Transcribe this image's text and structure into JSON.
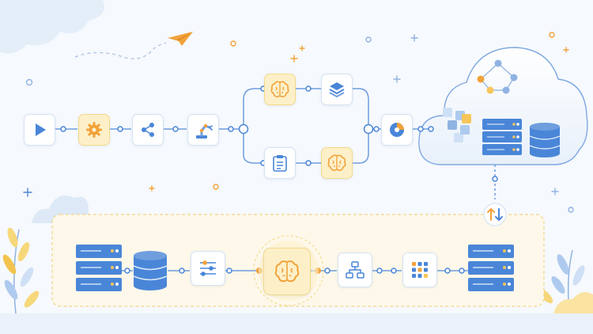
{
  "diagram": {
    "description_text": "",
    "colors": {
      "primary_blue": "#4a86d8",
      "light_blue": "#dbe8f8",
      "accent_orange": "#f2a23a",
      "accent_yellow": "#fde9a8",
      "panel_fill": "#fdf8ea",
      "background": "#f6f9fd"
    },
    "top_pipeline": [
      {
        "id": "start",
        "icon": "play-icon"
      },
      {
        "id": "configure",
        "icon": "gear-icon"
      },
      {
        "id": "share",
        "icon": "share-icon"
      },
      {
        "id": "robot",
        "icon": "robot-arm-icon"
      }
    ],
    "upper_branch": [
      {
        "id": "ai-model",
        "icon": "brain-icon"
      },
      {
        "id": "layers",
        "icon": "layers-icon"
      }
    ],
    "lower_branch": [
      {
        "id": "clipboard",
        "icon": "clipboard-icon"
      },
      {
        "id": "ai-model-2",
        "icon": "brain-icon"
      }
    ],
    "merge_node": {
      "id": "analytics",
      "icon": "pie-chart-icon"
    },
    "cloud": {
      "icons": [
        "network-graph-icon",
        "server-rack-icon",
        "database-icon",
        "blocks-icon"
      ]
    },
    "sync_node": {
      "icon": "up-down-arrows-icon"
    },
    "bottom_pipeline": [
      {
        "id": "server-source",
        "icon": "server-rack-icon"
      },
      {
        "id": "database-source",
        "icon": "database-icon"
      },
      {
        "id": "settings-sliders",
        "icon": "sliders-icon"
      },
      {
        "id": "ai-core",
        "icon": "brain-icon"
      },
      {
        "id": "hierarchy",
        "icon": "hierarchy-icon"
      },
      {
        "id": "grid-apps",
        "icon": "grid-icon"
      },
      {
        "id": "server-target",
        "icon": "server-rack-icon"
      }
    ]
  }
}
